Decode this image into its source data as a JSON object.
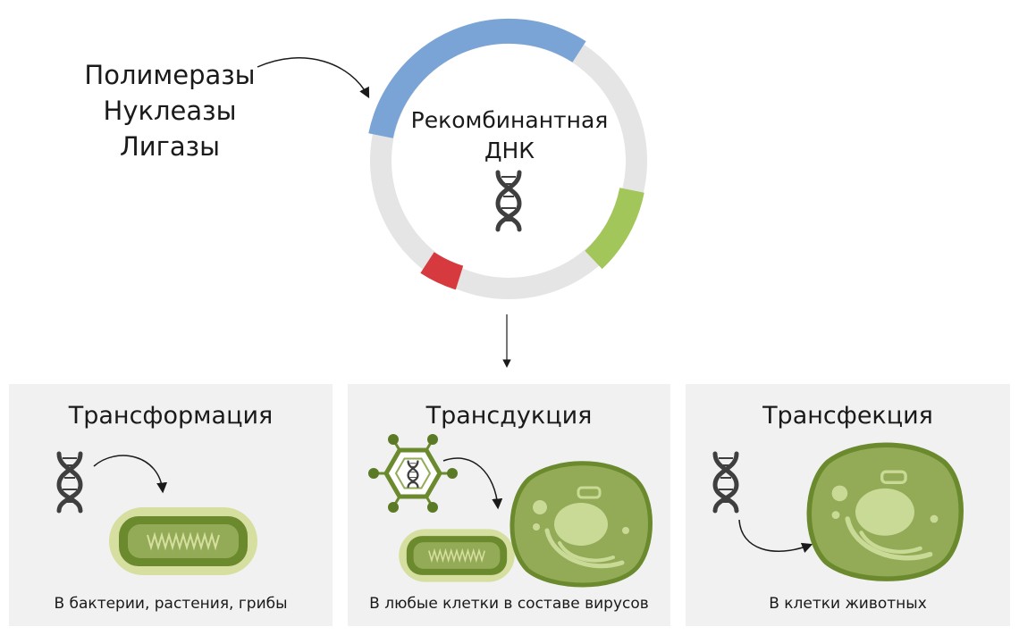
{
  "enzymes": [
    "Полимеразы",
    "Нуклеазы",
    "Лигазы"
  ],
  "plasmid": {
    "label_line1": "Рекомбинантная",
    "label_line2": "ДНК",
    "colors": {
      "ring": "#e5e5e5",
      "segment_blue": "#7ba4d6",
      "segment_green": "#a2c65a",
      "segment_red": "#d63a3f"
    }
  },
  "panels": [
    {
      "title": "Трансформация",
      "caption": "В бактерии, растения, грибы"
    },
    {
      "title": "Трансдукция",
      "caption": "В любые клетки в составе вирусов"
    },
    {
      "title": "Трансфекция",
      "caption": "В клетки животных"
    }
  ],
  "icons": {
    "dna": "dna-helix-icon",
    "bacterium": "bacterium-icon",
    "virus": "virus-icon",
    "cell": "animal-cell-icon"
  },
  "colors": {
    "panel_bg": "#f1f1f1",
    "cell_dark": "#6b8a2e",
    "cell_mid": "#93ab56",
    "cell_light": "#c9da96",
    "dna_gray": "#3f3f3f"
  }
}
